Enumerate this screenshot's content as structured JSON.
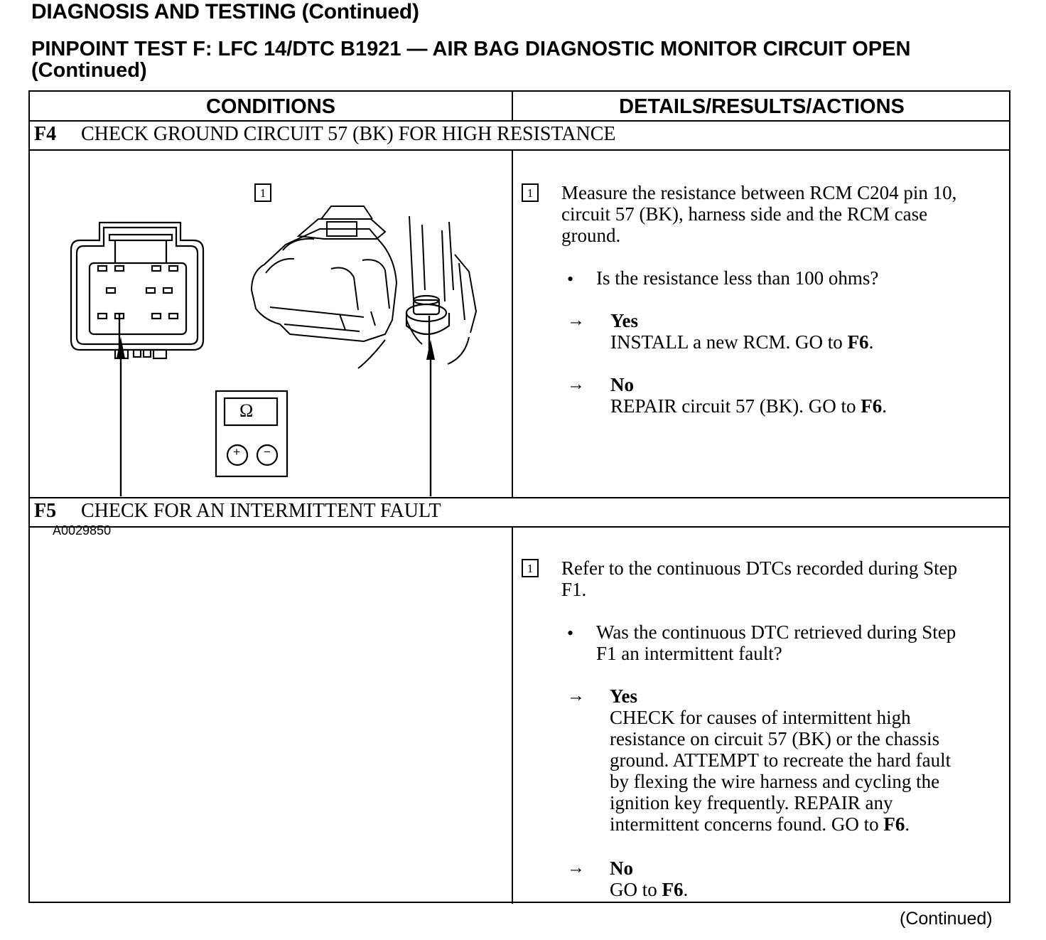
{
  "header": {
    "title": "DIAGNOSIS AND TESTING (Continued)",
    "test_title": "PINPOINT TEST F: LFC 14/DTC B1921 — AIR BAG DIAGNOSTIC MONITOR CIRCUIT OPEN (Continued)"
  },
  "table": {
    "col_conditions": "CONDITIONS",
    "col_details": "DETAILS/RESULTS/ACTIONS"
  },
  "steps": [
    {
      "id": "F4",
      "title": "CHECK GROUND CIRCUIT 57 (BK) FOR HIGH RESISTANCE",
      "figure_callout": "1",
      "figure_id": "A0029850",
      "meter_symbol": "Ω",
      "meter_plus": "+",
      "meter_minus": "−",
      "action_number": "1",
      "action_line1": "Measure the resistance between RCM C204 pin 10,",
      "action_line2": "circuit 57 (BK), harness side and the RCM case",
      "action_line3": "ground.",
      "question": "Is the resistance less than 100 ohms?",
      "yes_label": "Yes",
      "yes_text": "INSTALL a new RCM. GO to ",
      "yes_ref": "F6",
      "no_label": "No",
      "no_text": "REPAIR circuit 57 (BK). GO to ",
      "no_ref": "F6"
    },
    {
      "id": "F5",
      "title": "CHECK FOR AN INTERMITTENT FAULT",
      "action_number": "1",
      "action_line1": "Refer to the continuous DTCs recorded during Step",
      "action_line2": "F1.",
      "question_line1": "Was the continuous DTC retrieved during Step",
      "question_line2": "F1 an intermittent fault?",
      "yes_label": "Yes",
      "yes_line1": "CHECK for causes of intermittent high",
      "yes_line2": "resistance on circuit 57 (BK) or the chassis",
      "yes_line3": "ground. ATTEMPT to recreate the hard fault",
      "yes_line4": "by flexing the wire harness and cycling the",
      "yes_line5": "ignition key frequently. REPAIR any",
      "yes_line6": "intermittent concerns found.  GO to ",
      "yes_ref": "F6",
      "no_label": "No",
      "no_text": "GO to ",
      "no_ref": "F6"
    }
  ],
  "footer": {
    "continued": "(Continued)"
  },
  "symbols": {
    "bullet": "•",
    "arrow": "→",
    "period": "."
  }
}
